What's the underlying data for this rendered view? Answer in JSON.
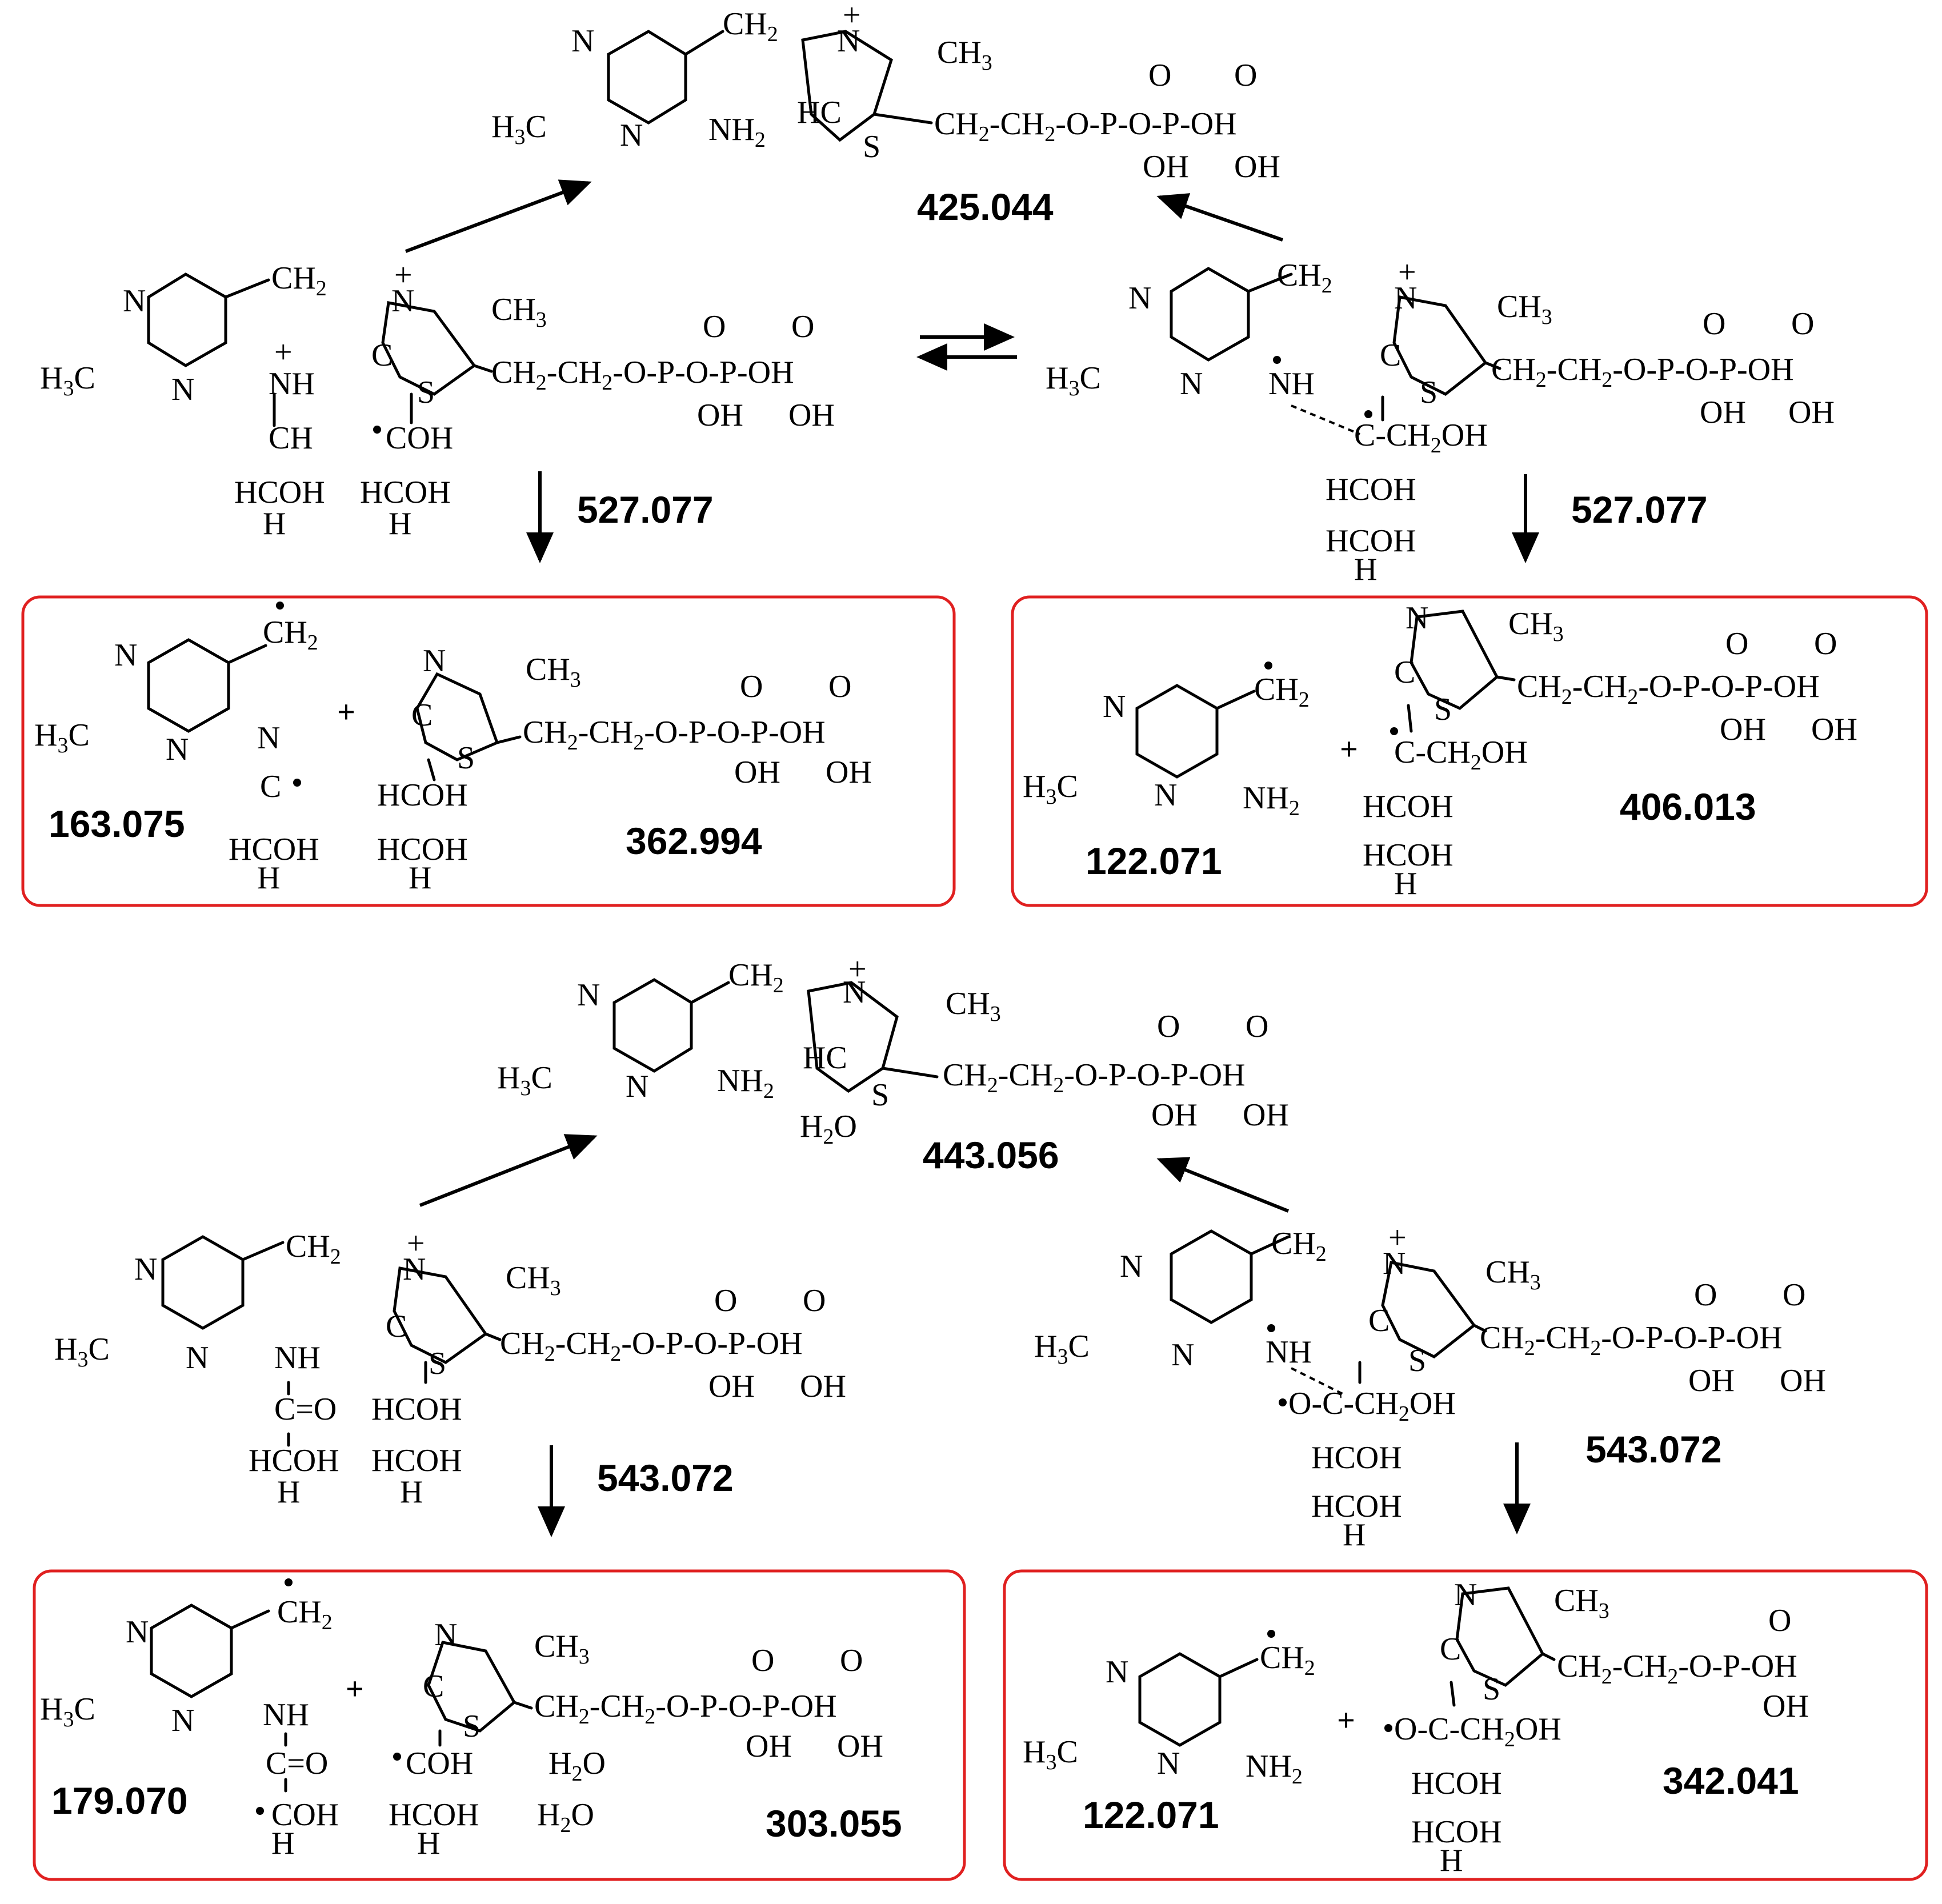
{
  "masses": {
    "top_center": "425.044",
    "left_a": "527.077",
    "right_a": "527.077",
    "box1_left": "163.075",
    "box1_right": "362.994",
    "box2_left": "122.071",
    "box2_right": "406.013",
    "mid_center": "443.056",
    "left_b": "543.072",
    "right_b": "543.072",
    "box3_left": "179.070",
    "box3_right": "303.055",
    "box4_left": "122.071",
    "box4_right": "342.041"
  },
  "colors": {
    "box_border": "#e02020",
    "ink": "#000000"
  }
}
